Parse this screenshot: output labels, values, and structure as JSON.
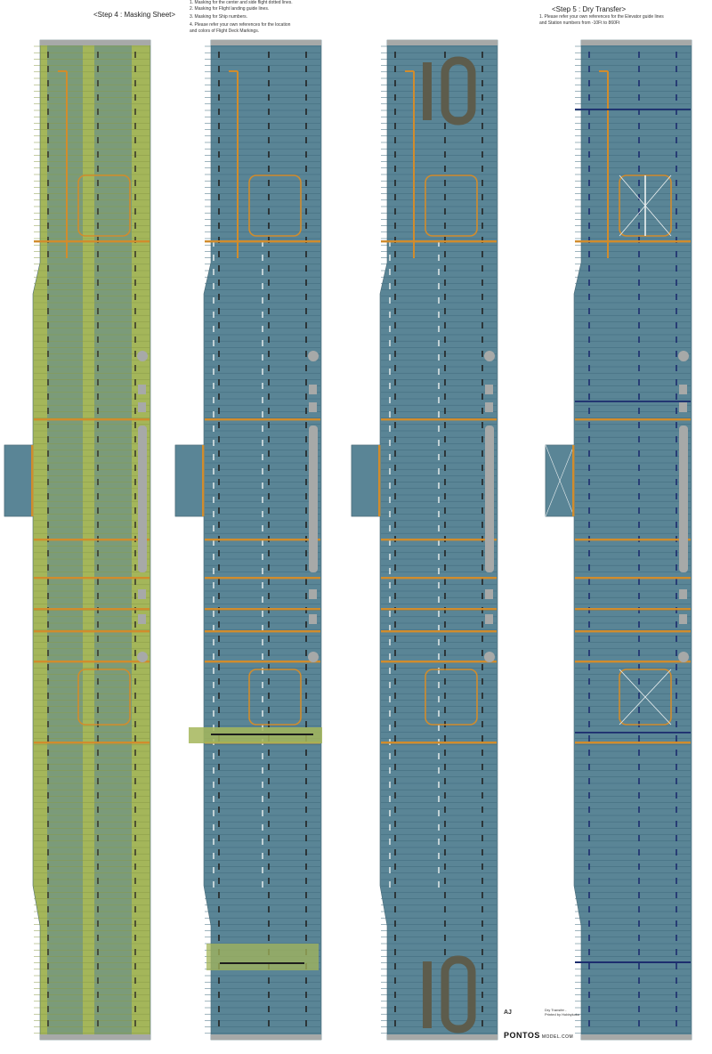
{
  "step4_title": "<Step 4 : Masking Sheet>",
  "masking_notes": [
    "1. Masking for the center and side flight dotted lines.",
    "2. Masking for Flight landing guide lines.",
    "3. Masking for Ship numbers.",
    "4. Please refer your own references for the location",
    "and colors of Flight Deck Markings."
  ],
  "step5_title": "<Step 5 : Dry Transfer>",
  "dry_notes": [
    "1. Please refer your own references for the Elevator guide lines",
    "and Station numbers from -10Ft to 860Ft"
  ],
  "ship_number": "10",
  "brand": {
    "logo": "PONTOS",
    "site": "MODEL.COM",
    "dry_label": "Dry Transfer -",
    "dry_sub": "Printed by Hobbykoko"
  },
  "colors": {
    "deck": "#5a8596",
    "deck_line": "#3f6a7c",
    "mask": "#a4b65a",
    "orange": "#d18c2c",
    "white": "#eef2f2",
    "navy": "#1c2d6e",
    "gray": "#a7a9a8",
    "number": "#5d5c4c"
  }
}
